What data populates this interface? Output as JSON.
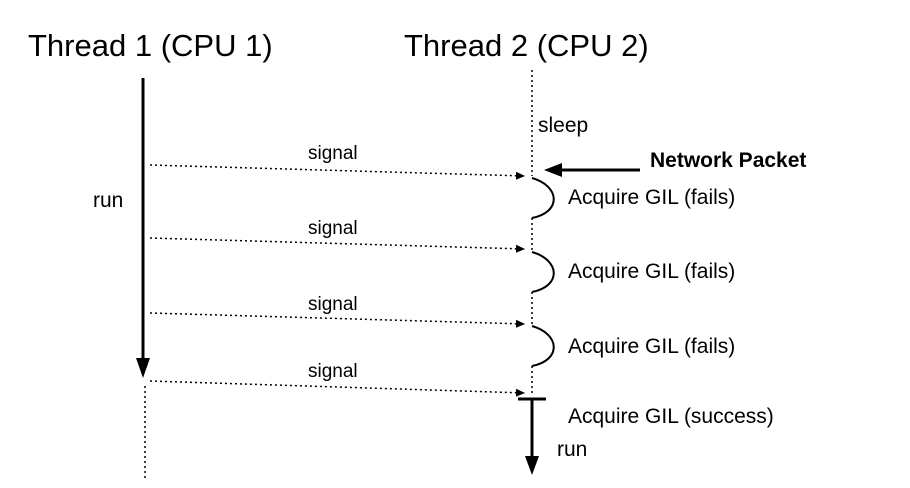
{
  "diagram": {
    "thread1_title": "Thread 1 (CPU 1)",
    "thread2_title": "Thread 2 (CPU 2)",
    "thread1_run_label": "run",
    "thread2_sleep_label": "sleep",
    "network_packet_label": "Network Packet",
    "signals": [
      "signal",
      "signal",
      "signal",
      "signal"
    ],
    "acquire_attempts": [
      "Acquire GIL (fails)",
      "Acquire GIL (fails)",
      "Acquire GIL (fails)"
    ],
    "acquire_success_label": "Acquire GIL (success)",
    "thread2_run_label": "run"
  }
}
